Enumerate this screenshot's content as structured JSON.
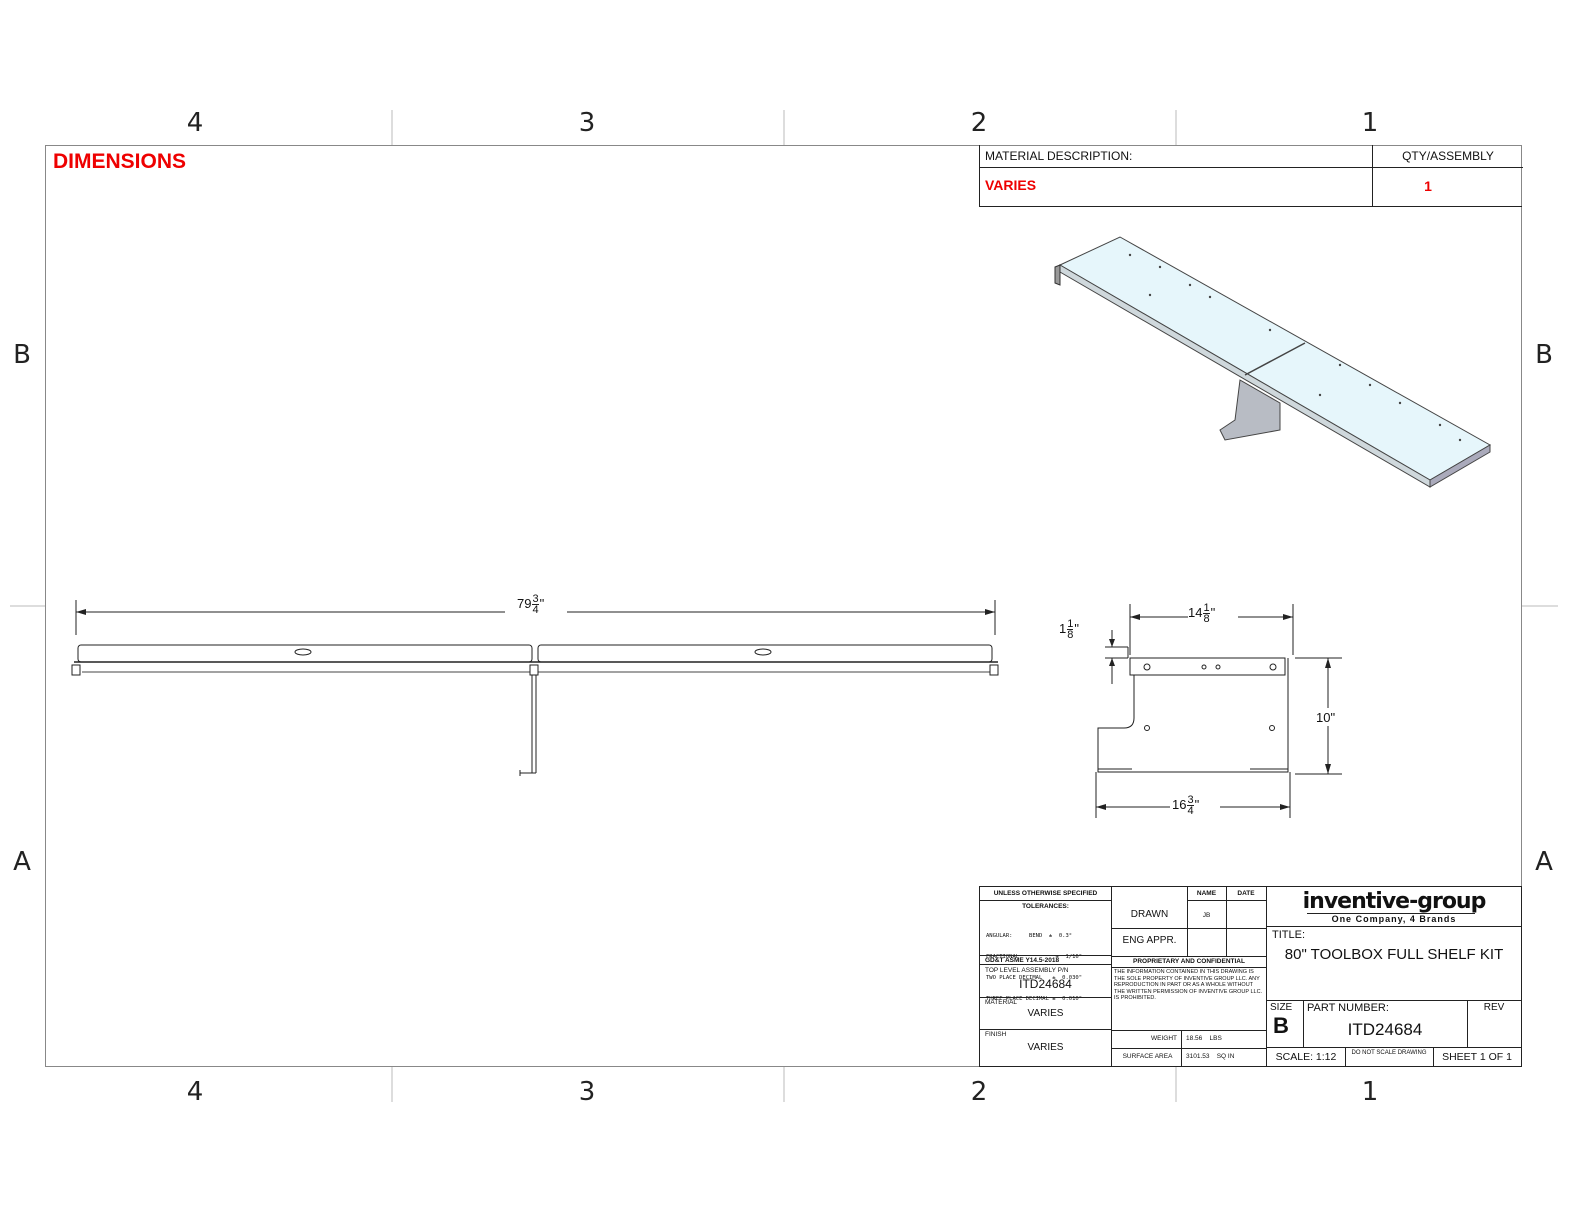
{
  "zones": {
    "columns": [
      "4",
      "3",
      "2",
      "1"
    ],
    "rows": [
      "B",
      "A"
    ]
  },
  "header": {
    "heading": "DIMENSIONS"
  },
  "material_block": {
    "label": "MATERIAL DESCRIPTION:",
    "value": "VARIES",
    "qty_label": "QTY/ASSEMBLY",
    "qty_value": "1"
  },
  "dimensions": {
    "front_length_whole": "79",
    "front_length_num": "3",
    "front_length_den": "4",
    "top_width_whole": "14",
    "top_width_num": "1",
    "top_width_den": "8",
    "lip_whole": "1",
    "lip_num": "1",
    "lip_den": "8",
    "height": "10\"",
    "bottom_width_whole": "16",
    "bottom_width_num": "3",
    "bottom_width_den": "4",
    "inch_mark": "\""
  },
  "title_block": {
    "unless": "UNLESS OTHERWISE SPECIFIED",
    "tolerances": "TOLERANCES:",
    "tol_lines": [
      "ANGULAR:     BEND  ±  0.3°",
      "FRACTIONAL:          ±  1/16\"",
      "TWO PLACE DECIMAL   ±  0.030\"",
      "THREE PLACE DECIMAL ±  0.010\""
    ],
    "gdt": "GD&T ASME Y14.5-2018",
    "top_level_label": "TOP LEVEL ASSEMBLY P/N",
    "top_level_value": "ITD24684",
    "material_label": "MATERIAL",
    "material_value": "VARIES",
    "finish_label": "FINISH",
    "finish_value": "VARIES",
    "name_header": "NAME",
    "date_header": "DATE",
    "drawn_label": "DRAWN",
    "drawn_name": "JB",
    "eng_label": "ENG APPR.",
    "proprietary_title": "PROPRIETARY AND CONFIDENTIAL",
    "proprietary_text": "THE INFORMATION CONTAINED IN THIS DRAWING IS THE SOLE PROPERTY OF INVENTIVE GROUP LLC. ANY REPRODUCTION IN PART OR AS A WHOLE WITHOUT THE WRITTEN PERMISSION OF INVENTIVE GROUP LLC. IS PROHIBITED.",
    "weight_label": "WEIGHT",
    "weight_value": "18.56    LBS",
    "surface_label": "SURFACE AREA",
    "surface_value": "3101.53    SQ IN",
    "logo_text": "inventive-group",
    "logo_tagline": "One Company, 4 Brands",
    "title_label": "TITLE:",
    "title_value": "80\" TOOLBOX FULL SHELF KIT",
    "size_label": "SIZE",
    "size_value": "B",
    "part_label": "PART NUMBER:",
    "part_value": "ITD24684",
    "rev_label": "REV",
    "scale": "SCALE: 1:12",
    "do_not_scale": "DO NOT SCALE DRAWING",
    "sheet": "SHEET 1 OF 1"
  }
}
